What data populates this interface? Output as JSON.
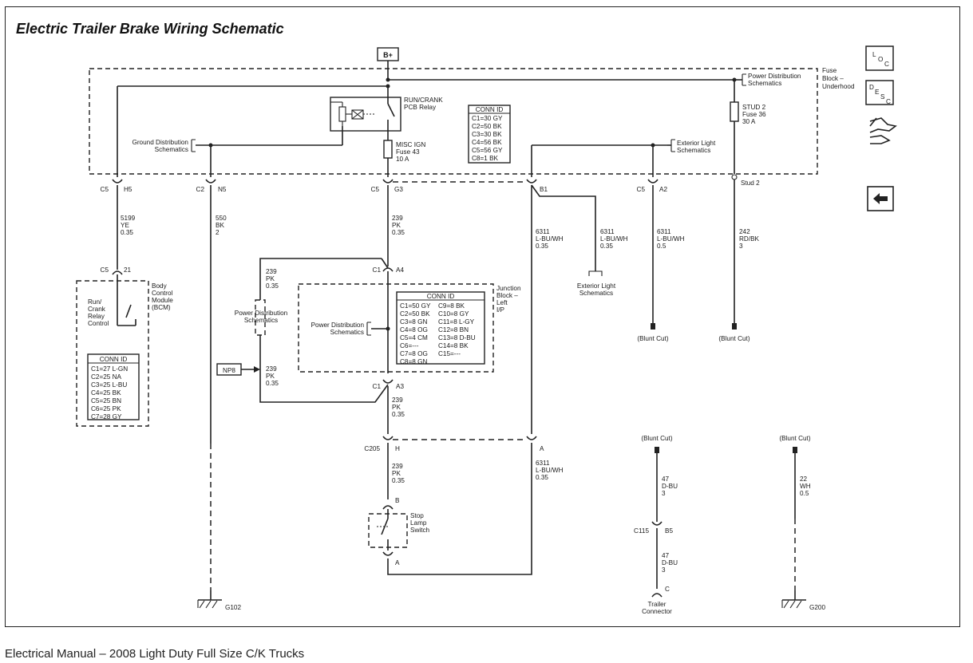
{
  "title": "Electric Trailer Brake Wiring Schematic",
  "footer": "Electrical Manual – 2008 Light Duty Full Size C/K Trucks",
  "battery": "B+",
  "nav": {
    "loc": [
      "L",
      "O",
      "C"
    ],
    "desc": [
      "D",
      "E",
      "S",
      "C"
    ]
  },
  "fuse_block": {
    "name": [
      "Fuse",
      "Block –",
      "Underhood"
    ],
    "relay": [
      "RUN/CRANK",
      "PCB Relay"
    ],
    "power_dist": [
      "Power Distribution",
      "Schematics"
    ],
    "ground_dist": [
      "Ground Distribution",
      "Schematics"
    ],
    "fuse43": [
      "MISC IGN",
      "Fuse 43",
      "10 A"
    ],
    "fuse36": [
      "STUD 2",
      "Fuse 36",
      "30 A"
    ],
    "ext_light": [
      "Exterior Light",
      "Schematics"
    ],
    "conn_title": "CONN ID",
    "conn": [
      "C1=30 GY",
      "C2=50 BK",
      "C3=30 BK",
      "C4=56 BK",
      "C5=56 GY",
      "C8=1 BK"
    ],
    "stud2": "Stud 2"
  },
  "connectors": {
    "c5": "C5",
    "h5": "H5",
    "c2": "C2",
    "n5": "N5",
    "g3": "G3",
    "b1": "B1",
    "a2": "A2",
    "c1": "C1",
    "a4": "A4",
    "a3": "A3",
    "pin21": "21",
    "c205": "C205",
    "h": "H",
    "a": "A",
    "b": "B",
    "c115": "C115",
    "b5": "B5",
    "c": "C"
  },
  "wires": {
    "w5199": [
      "5199",
      "YE",
      "0.35"
    ],
    "w550": [
      "550",
      "BK",
      "2"
    ],
    "w239": [
      "239",
      "PK",
      "0.35"
    ],
    "w6311a": [
      "6311",
      "L-BU/WH",
      "0.35"
    ],
    "w6311b": [
      "6311",
      "L-BU/WH",
      "0.35"
    ],
    "w6311c": [
      "6311",
      "L-BU/WH",
      "0.5"
    ],
    "w6311d": [
      "6311",
      "L-BU/WH",
      "0.35"
    ],
    "w242": [
      "242",
      "RD/BK",
      "3"
    ],
    "w47a": [
      "47",
      "D-BU",
      "3"
    ],
    "w47b": [
      "47",
      "D-BU",
      "3"
    ],
    "w22": [
      "22",
      "WH",
      "0.5"
    ]
  },
  "bcm": {
    "name": [
      "Body",
      "Control",
      "Module",
      "(BCM)"
    ],
    "relay_ctrl": [
      "Run/",
      "Crank",
      "Relay",
      "Control"
    ],
    "conn_title": "CONN ID",
    "conn": [
      "C1=27 L-GN",
      "C2=25 NA",
      "C3=25 L-BU",
      "C4=25 BK",
      "C5=25 BN",
      "C6=25 PK",
      "C7=28 GY"
    ]
  },
  "junction": {
    "name": [
      "Junction",
      "Block –",
      "Left",
      "I/P"
    ],
    "power_dist": [
      "Power Distribution",
      "Schematics"
    ],
    "conn_title": "CONN ID",
    "conn_left": [
      "C1=50 GY",
      "C2=50 BK",
      "C3=8 GN",
      "C4=8 OG",
      "C5=4 CM",
      "C6=---",
      "C7=8 OG",
      "C8=8 GN"
    ],
    "conn_right": [
      "C9=8 BK",
      "C10=8 GY",
      "C11=8 L-GY",
      "C12=8 BN",
      "C13=8 D-BU",
      "C14=8 BK",
      "C15=---"
    ]
  },
  "misc": {
    "power_dist_left": [
      "Power Distribution",
      "Schematics"
    ],
    "np8": "NP8",
    "ext_light_bottom": [
      "Exterior Light",
      "Schematics"
    ],
    "blunt_cut": "(Blunt Cut)",
    "stop_lamp": [
      "Stop",
      "Lamp",
      "Switch"
    ],
    "trailer": [
      "Trailer",
      "Connector"
    ],
    "g102": "G102",
    "g200": "G200"
  }
}
